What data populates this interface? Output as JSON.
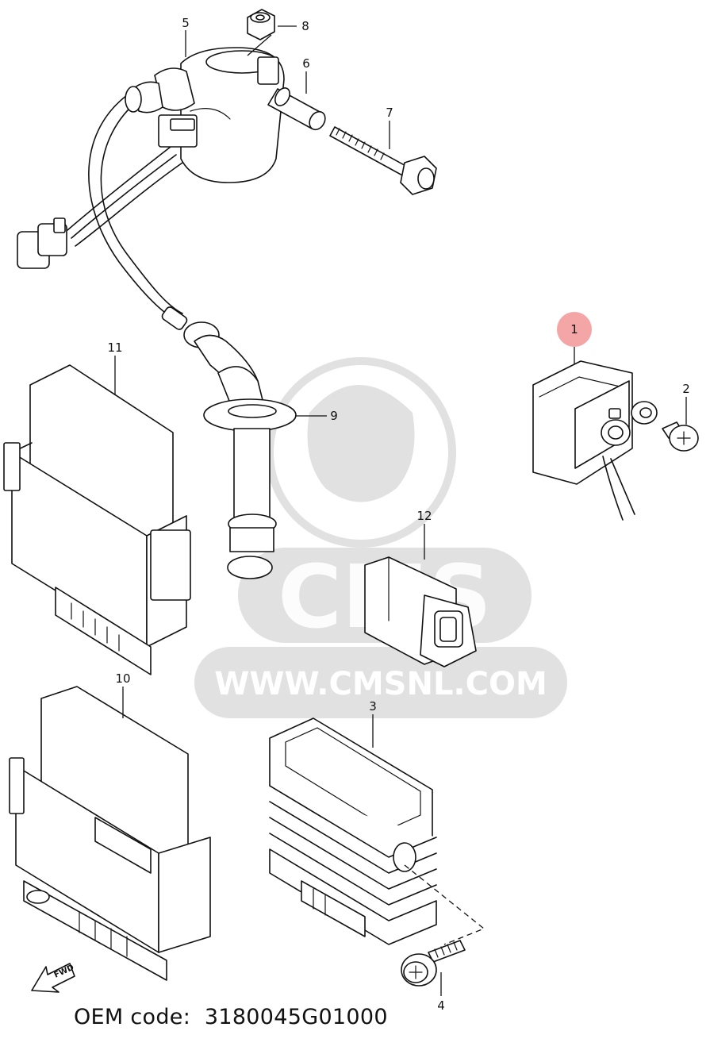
{
  "callouts": {
    "p1": "1",
    "p2": "2",
    "p3": "3",
    "p4": "4",
    "p5": "5",
    "p6": "6",
    "p7": "7",
    "p8": "8",
    "p9": "9",
    "p10": "10",
    "p11": "11",
    "p12": "12"
  },
  "highlight_color": "#f4a6a6",
  "watermark": {
    "text": "WWW.CMSNL.COM",
    "logo": "CMS"
  },
  "fwd_label": "FWD",
  "oem": {
    "label": "OEM code:",
    "code": "3180045G01000"
  }
}
